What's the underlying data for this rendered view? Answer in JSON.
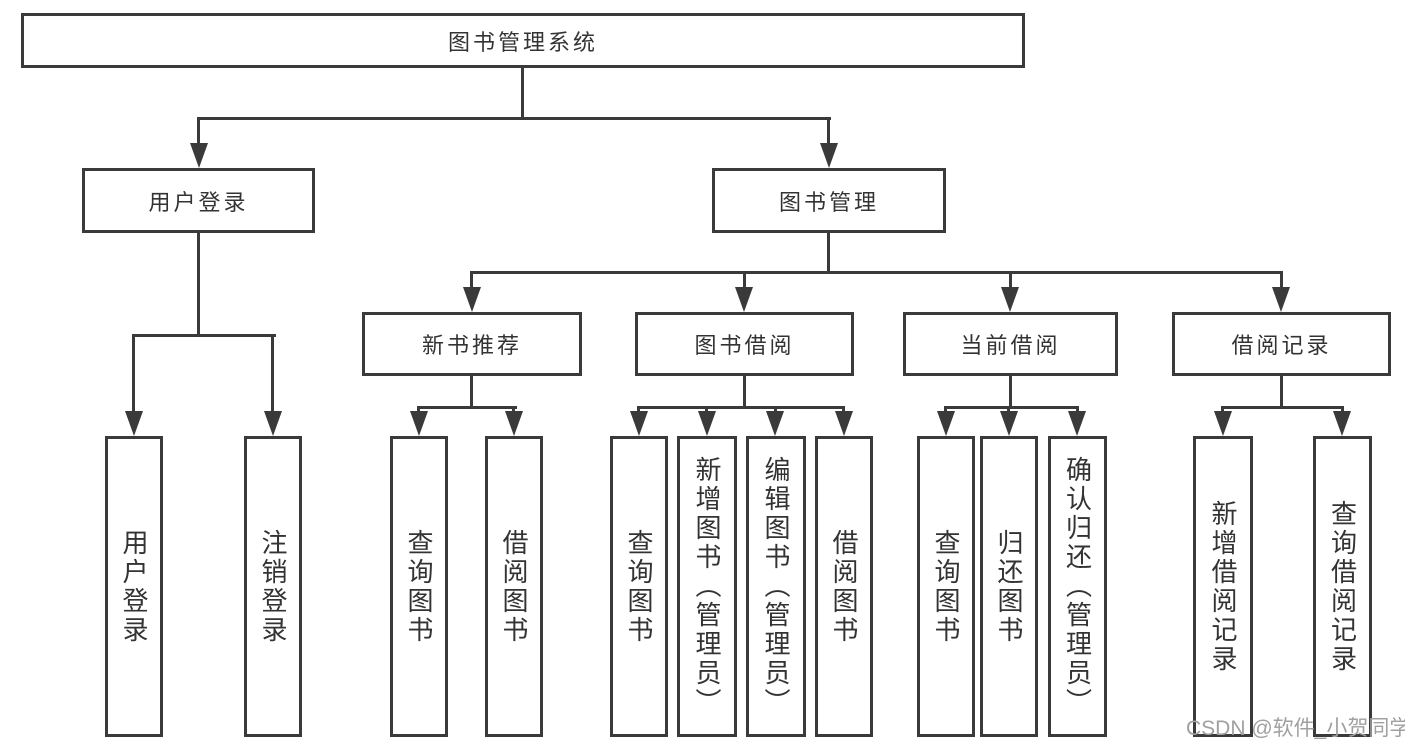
{
  "colors": {
    "line": "#3a3a3a",
    "box_border": "#3a3a3a",
    "box_fill": "#ffffff",
    "text": "#333333",
    "watermark": "#a0a0a0",
    "background": "#ffffff"
  },
  "diagram": {
    "root": "图书管理系统",
    "level2": {
      "user_login": "用户登录",
      "book_management": "图书管理"
    },
    "level3": {
      "new_book_recommend": "新书推荐",
      "book_borrow": "图书借阅",
      "current_borrow": "当前借阅",
      "borrow_records": "借阅记录"
    },
    "leaves": {
      "user_login": [
        "用户登录",
        "注销登录"
      ],
      "new_book_recommend": [
        "查询图书",
        "借阅图书"
      ],
      "book_borrow": [
        "查询图书",
        "新增图书（管理员）",
        "编辑图书（管理员）",
        "借阅图书"
      ],
      "current_borrow": [
        "查询图书",
        "归还图书",
        "确认归还（管理员）"
      ],
      "borrow_records": [
        "新增借阅记录",
        "查询借阅记录"
      ]
    }
  },
  "watermark": "CSDN @软件_小贺同学"
}
